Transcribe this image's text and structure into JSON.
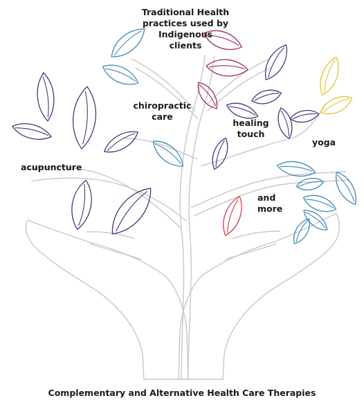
{
  "title_lines": [
    "Traditional Health",
    "practices used by",
    "Indigenous",
    "clients"
  ],
  "labels": {
    "chiropractic": [
      "chiropractic",
      "care"
    ],
    "healing": [
      "healing",
      "touch"
    ],
    "acupuncture": "acupuncture",
    "yoga": "yoga",
    "more": [
      "and",
      "more"
    ]
  },
  "caption": "Complementary and Alternative Health Care Therapies",
  "colors": {
    "outline": "#c8c8c8",
    "navy": "#3d3a7a",
    "teal": "#3f86b5",
    "magenta": "#a02863",
    "gold": "#e1c12a",
    "red": "#d63a3a"
  },
  "icons": [
    "tree-icon",
    "hands-icon",
    "leaf-icon"
  ]
}
